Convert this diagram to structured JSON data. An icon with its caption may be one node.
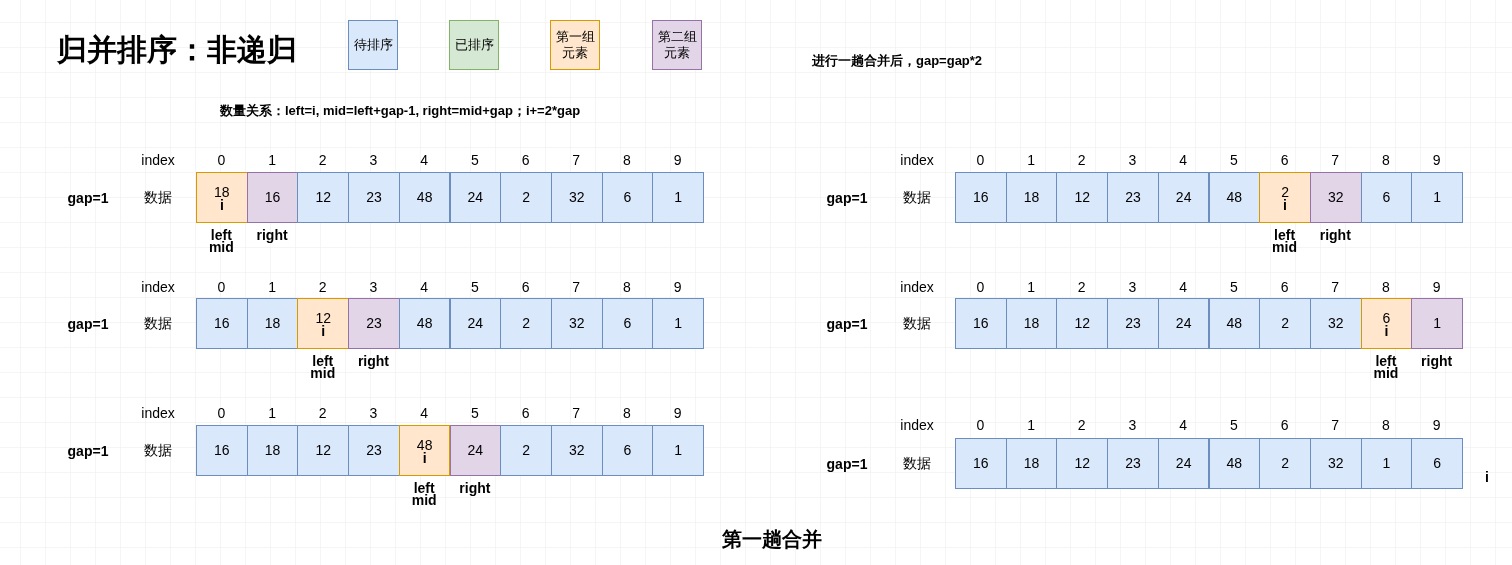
{
  "diagram": {
    "title": "归并排序：非递归",
    "caption": "第一趟合并",
    "nodes": [
      {
        "text": [
          "18",
          "i"
        ]
      },
      {
        "text": [
          "16"
        ]
      },
      {
        "text": [
          "12"
        ]
      },
      {
        "text": [
          "23"
        ]
      },
      {
        "text": [
          "48"
        ]
      },
      {
        "text": [
          "24"
        ]
      },
      {
        "text": [
          "2"
        ]
      },
      {
        "text": [
          "32"
        ]
      },
      {
        "text": [
          "6"
        ]
      },
      {
        "text": [
          "1"
        ]
      },
      {
        "text": [
          "16"
        ]
      },
      {
        "text": [
          "18"
        ]
      },
      {
        "text": [
          "12"
        ]
      },
      {
        "text": [
          "23"
        ]
      },
      {
        "text": [
          "24"
        ]
      },
      {
        "text": [
          "48"
        ]
      },
      {
        "text": [
          "2",
          "i"
        ]
      },
      {
        "text": [
          "32"
        ]
      },
      {
        "text": [
          "6"
        ]
      },
      {
        "text": [
          "1"
        ]
      },
      {
        "text": [
          "16"
        ]
      },
      {
        "text": [
          "18"
        ]
      },
      {
        "text": [
          "12",
          "i"
        ]
      },
      {
        "text": [
          "23"
        ]
      },
      {
        "text": [
          "48"
        ]
      },
      {
        "text": [
          "24"
        ]
      },
      {
        "text": [
          "2"
        ]
      },
      {
        "text": [
          "32"
        ]
      },
      {
        "text": [
          "6"
        ]
      },
      {
        "text": [
          "1"
        ]
      },
      {
        "text": [
          "16"
        ]
      },
      {
        "text": [
          "18"
        ]
      },
      {
        "text": [
          "12"
        ]
      },
      {
        "text": [
          "23"
        ]
      },
      {
        "text": [
          "24"
        ]
      },
      {
        "text": [
          "48"
        ]
      },
      {
        "text": [
          "2"
        ]
      },
      {
        "text": [
          "32"
        ]
      },
      {
        "text": [
          "6",
          "i"
        ]
      },
      {
        "text": [
          "1"
        ]
      },
      {
        "text": [
          "16"
        ]
      },
      {
        "text": [
          "18"
        ]
      },
      {
        "text": [
          "12"
        ]
      },
      {
        "text": [
          "23"
        ]
      },
      {
        "text": [
          "48",
          "i"
        ]
      },
      {
        "text": [
          "24"
        ]
      },
      {
        "text": [
          "2"
        ]
      },
      {
        "text": [
          "32"
        ]
      },
      {
        "text": [
          "6"
        ]
      },
      {
        "text": [
          "1"
        ]
      },
      {
        "text": [
          "16"
        ]
      },
      {
        "text": [
          "18"
        ]
      },
      {
        "text": [
          "12"
        ]
      },
      {
        "text": [
          "23"
        ]
      },
      {
        "text": [
          "24"
        ]
      },
      {
        "text": [
          "48"
        ]
      },
      {
        "text": [
          "2"
        ]
      },
      {
        "text": [
          "32"
        ]
      },
      {
        "text": [
          "1"
        ]
      },
      {
        "text": [
          "6"
        ]
      }
    ],
    "edges": [],
    "labels": [
      "进行一趟合并后，gap=gap*2",
      "数量关系：left=i, mid=left+gap-1, right=mid+gap；i+=2*gap",
      "index",
      "0",
      "1",
      "2",
      "3",
      "4",
      "5",
      "6",
      "7",
      "8",
      "9",
      "gap=1",
      "数据",
      "left mid",
      "right",
      "index",
      "0",
      "1",
      "2",
      "3",
      "4",
      "5",
      "6",
      "7",
      "8",
      "9",
      "gap=1",
      "数据",
      "left mid",
      "right",
      "index",
      "0",
      "1",
      "2",
      "3",
      "4",
      "5",
      "6",
      "7",
      "8",
      "9",
      "gap=1",
      "数据",
      "left mid",
      "right",
      "index",
      "0",
      "1",
      "2",
      "3",
      "4",
      "5",
      "6",
      "7",
      "8",
      "9",
      "gap=1",
      "数据",
      "left mid",
      "right",
      "index",
      "0",
      "1",
      "2",
      "3",
      "4",
      "5",
      "6",
      "7",
      "8",
      "9",
      "gap=1",
      "数据",
      "left mid",
      "right",
      "index",
      "0",
      "1",
      "2",
      "3",
      "4",
      "5",
      "6",
      "7",
      "8",
      "9",
      "gap=1",
      "数据",
      "i"
    ],
    "legend": [
      {
        "text": "待排序",
        "color": "#dae8fc"
      },
      {
        "text": "已排序",
        "color": "#d5e8d4"
      },
      {
        "text": "第一组元素",
        "color": "#ffe6cc"
      },
      {
        "text": "第二组元素",
        "color": "#e1d5e7"
      }
    ]
  }
}
